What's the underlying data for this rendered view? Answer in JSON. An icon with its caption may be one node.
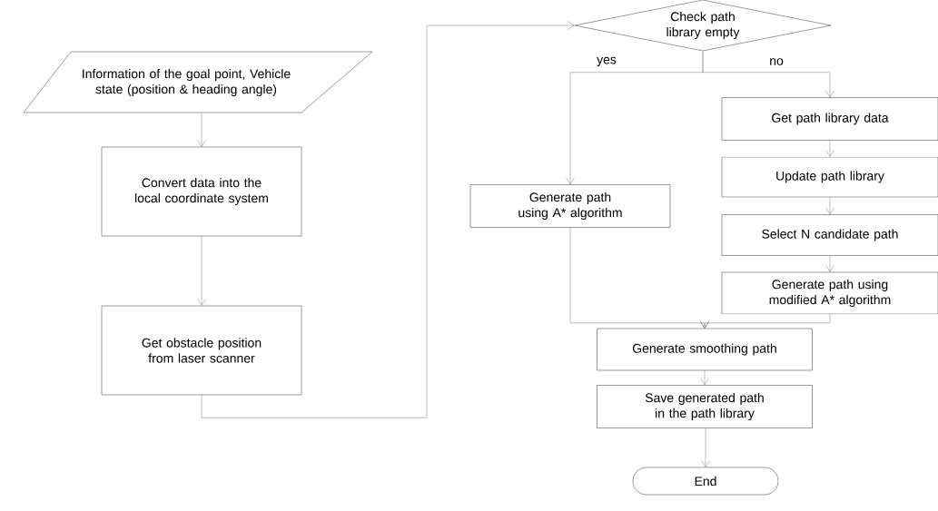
{
  "diagram": {
    "nodes": [
      {
        "text": [
          "Information of the goal point, Vehicle state (position & heading angle)"
        ]
      },
      {
        "text": [
          "Convert data into the local coordinate system"
        ]
      },
      {
        "text": [
          "Get obstacle position from laser scanner"
        ]
      },
      {
        "text": [
          "Check path library empty"
        ]
      },
      {
        "text": [
          "Generate path using A* algorithm"
        ]
      },
      {
        "text": [
          "Get path library data"
        ]
      },
      {
        "text": [
          "Update path library"
        ]
      },
      {
        "text": [
          "Select N candidate path"
        ]
      },
      {
        "text": [
          "Generate path using modified A* algorithm"
        ]
      },
      {
        "text": [
          "Generate smoothing path"
        ]
      },
      {
        "text": [
          "Save generated path in the path library"
        ]
      },
      {
        "text": [
          "End"
        ]
      }
    ],
    "edges": [
      {
        "from": 0,
        "to": 1,
        "arrow": "to"
      },
      {
        "from": 1,
        "to": 2,
        "arrow": "to"
      },
      {
        "from": 2,
        "to": 3,
        "arrow": "to"
      },
      {
        "from": 3,
        "to": 4,
        "arrow": "to",
        "label": "yes"
      },
      {
        "from": 3,
        "to": 5,
        "arrow": "to",
        "label": "no"
      },
      {
        "from": 5,
        "to": 6,
        "arrow": "to"
      },
      {
        "from": 6,
        "to": 7,
        "arrow": "to"
      },
      {
        "from": 7,
        "to": 8,
        "arrow": "to"
      },
      {
        "from": 4,
        "to": 9,
        "arrow": "to"
      },
      {
        "from": 8,
        "to": 9,
        "arrow": "to"
      },
      {
        "from": 9,
        "to": 10,
        "arrow": "to"
      },
      {
        "from": 10,
        "to": 11,
        "arrow": "to"
      }
    ]
  }
}
